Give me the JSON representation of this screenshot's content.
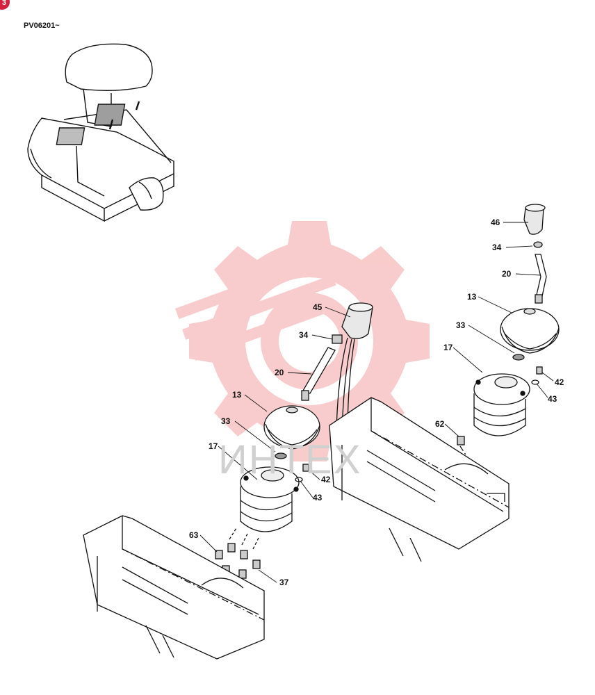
{
  "header": {
    "serial_range": "PV06201~",
    "corner_badge": "3"
  },
  "watermark": {
    "text": "ИНТЕХ",
    "color": "#f4a3a3"
  },
  "colors": {
    "badge": "#d4213d",
    "line": "#111111"
  },
  "callouts": {
    "left": {
      "n45": "45",
      "n34": "34",
      "n20": "20",
      "n13": "13",
      "n33": "33",
      "n17": "17",
      "n42": "42",
      "n43": "43",
      "n63": "63",
      "n37": "37"
    },
    "right": {
      "n46": "46",
      "n34": "34",
      "n20": "20",
      "n13": "13",
      "n33": "33",
      "n17": "17",
      "n42": "42",
      "n43": "43",
      "n62": "62"
    }
  }
}
